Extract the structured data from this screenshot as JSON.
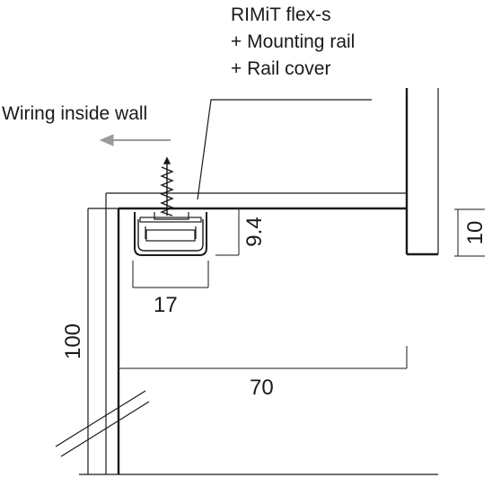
{
  "callout": {
    "product": "RIMiT flex-s",
    "accessory_1": "+ Mounting rail",
    "accessory_2": "+ Rail cover",
    "wiring": "Wiring inside wall"
  },
  "dimensions": {
    "profile_width": "17",
    "profile_height": "9.4",
    "cabinet_wall": "10",
    "cabinet_depth": "70",
    "panel_thickness": "100"
  },
  "colors": {
    "line": "#1a1a1a",
    "arrow": "#9a9a9a"
  }
}
